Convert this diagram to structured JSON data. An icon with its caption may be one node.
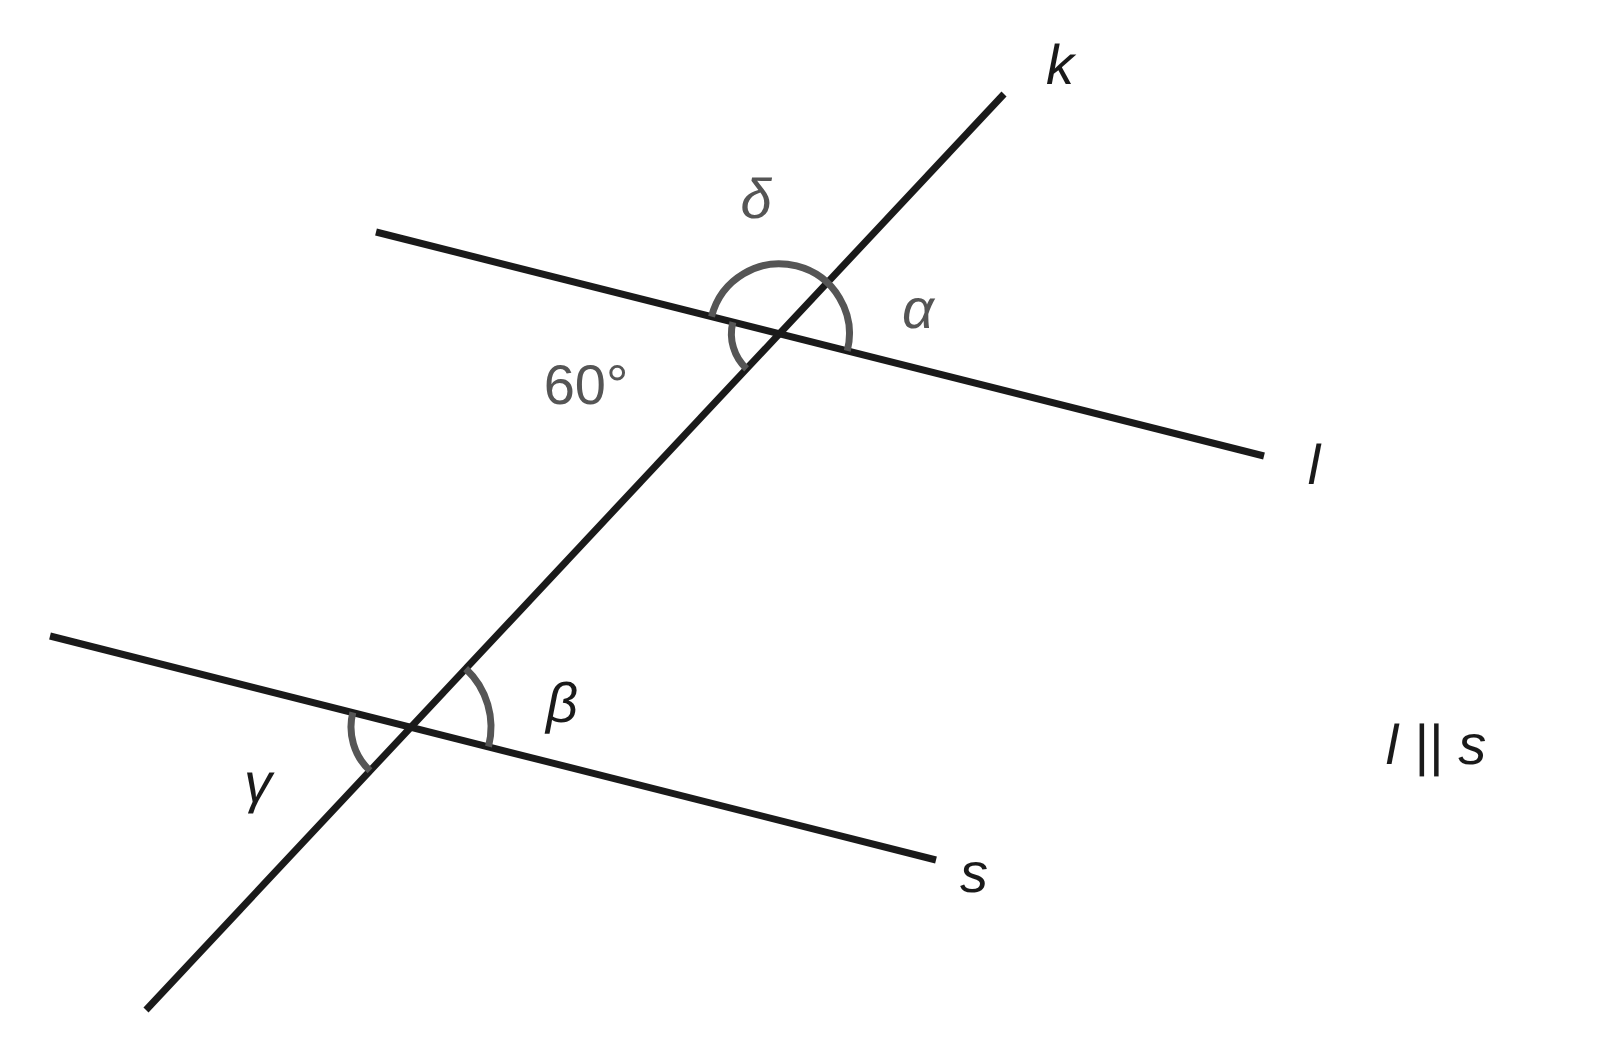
{
  "diagram": {
    "labels": [
      "k",
      "δ",
      "α",
      "60°",
      "l",
      "β",
      "γ",
      "s",
      "l || s"
    ]
  }
}
